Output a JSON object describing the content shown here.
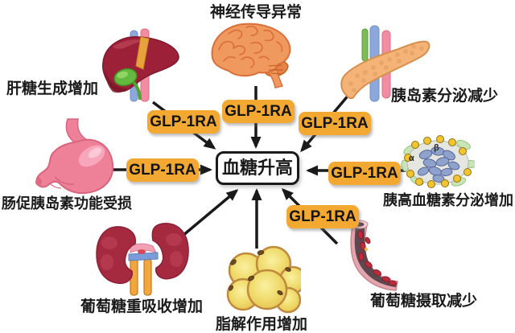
{
  "diagram": {
    "center_label": "血糖升高",
    "drug_label": "GLP-1RA"
  },
  "organs": [
    {
      "id": "liver",
      "label": "肝糖生成增加",
      "glp_box_on_arrow": true
    },
    {
      "id": "brain",
      "label": "神经传导异常",
      "glp_box_on_arrow": true
    },
    {
      "id": "pancreas",
      "label": "胰岛素分泌减少",
      "glp_box_on_arrow": true
    },
    {
      "id": "stomach",
      "label": "肠促胰岛素功能受损",
      "glp_box_on_arrow": true
    },
    {
      "id": "islet",
      "label": "胰高血糖素分泌增加",
      "glp_box_on_arrow": true
    },
    {
      "id": "kidney",
      "label": "葡萄糖重吸收增加",
      "glp_box_on_arrow": false
    },
    {
      "id": "fat",
      "label": "脂解作用增加",
      "glp_box_on_arrow": false
    },
    {
      "id": "vessel",
      "label": "葡萄糖摄取减少",
      "glp_box_on_arrow": true
    }
  ],
  "islet_cell_labels": {
    "alpha": "α",
    "beta": "β"
  },
  "colors": {
    "accent_orange": "#F2A831",
    "arrow_black": "#1A1A1A",
    "center_box_bg": "#FFFFFF"
  }
}
